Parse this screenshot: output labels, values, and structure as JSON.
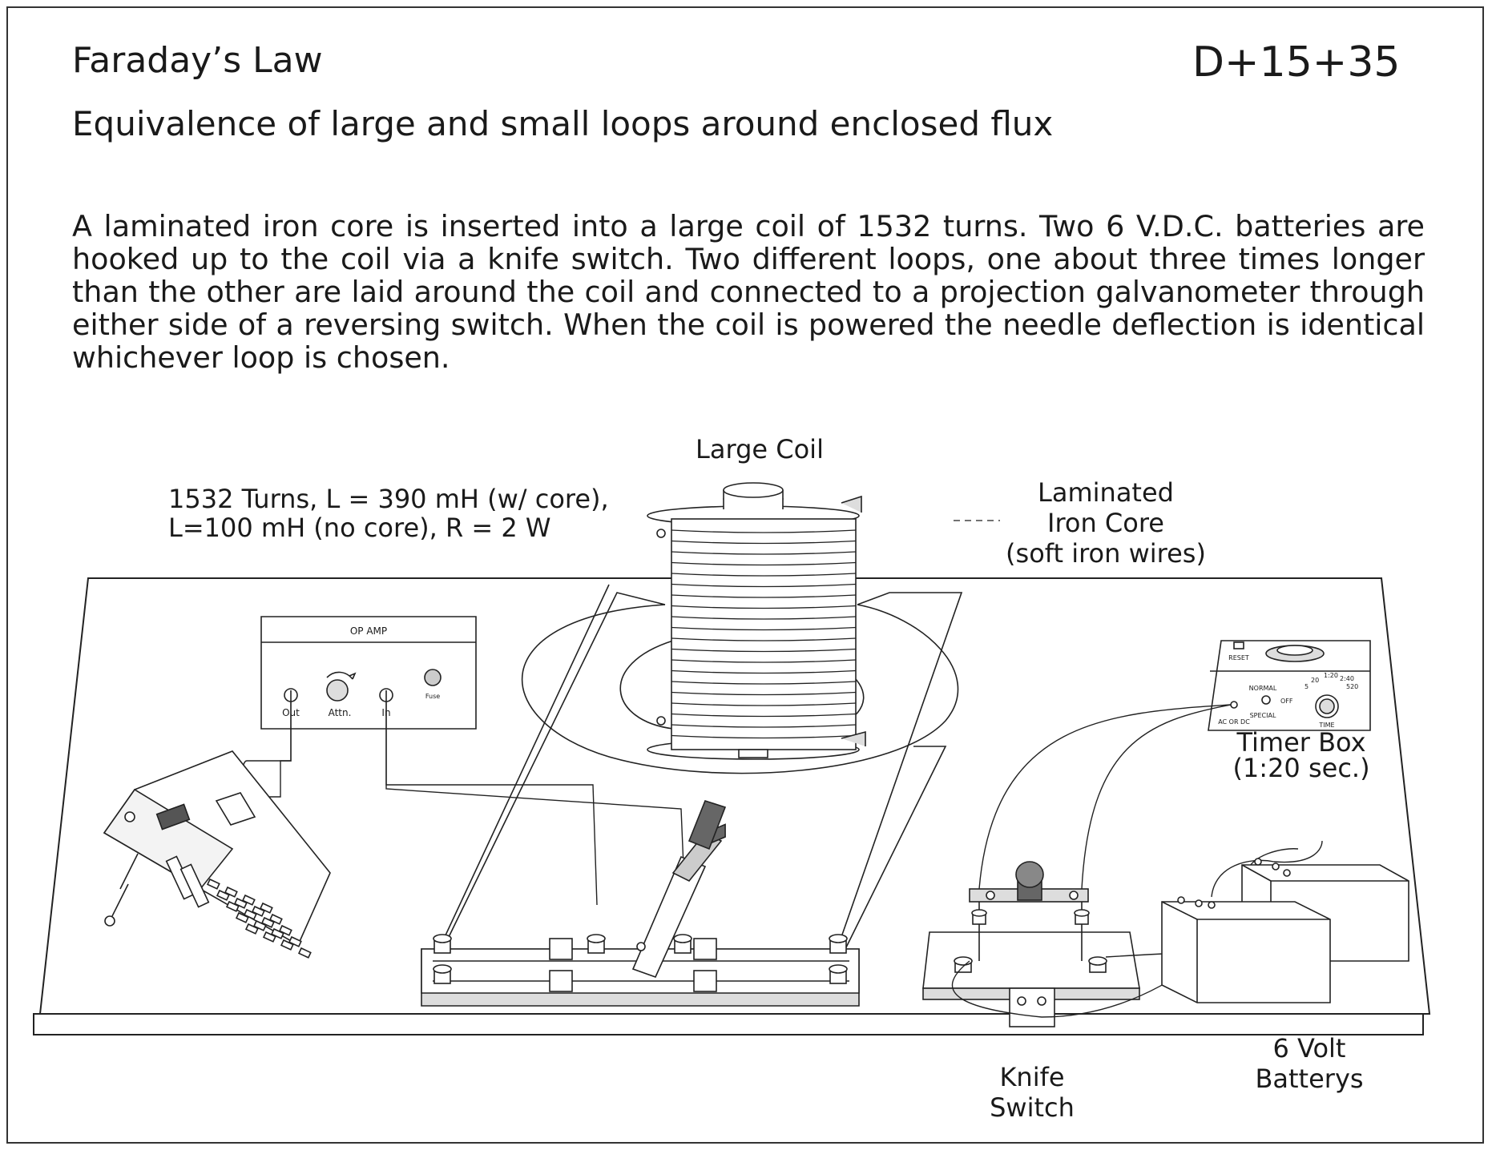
{
  "header": {
    "title": "Faraday’s Law",
    "code": "D+15+35",
    "subtitle": "Equivalence of large and small loops around enclosed flux"
  },
  "description": "A laminated iron core is inserted into a large coil of 1532 turns.  Two 6 V.D.C. batteries are hooked up to the coil via a knife switch.  Two different loops, one about three times longer than the other are laid around the coil and connected to a projection galvanometer through either side of a reversing switch.  When the coil is powered the needle deflection is identical whichever loop is chosen.",
  "labels": {
    "large_coil": "Large Coil",
    "coil_specs_line1": "1532 Turns, L =  390 mH (w/ core),",
    "coil_specs_line2": "L=100 mH (no core), R = 2 W",
    "core_line1": "Laminated",
    "core_line2": "Iron Core",
    "core_line3": "(soft iron wires)",
    "timer_line1": "Timer Box",
    "timer_line2": "(1:20 sec.)",
    "knife_line1": "Knife",
    "knife_line2": "Switch",
    "batt_line1": "6 Volt",
    "batt_line2": "Batterys"
  },
  "opamp": {
    "title": "OP AMP",
    "out": "Out",
    "attn": "Attn.",
    "in": "In",
    "fuse": "Fuse"
  },
  "timer": {
    "reset": "RESET",
    "normal": "NORMAL",
    "off": "OFF",
    "special": "SPECIAL",
    "acdc": "AC OR DC",
    "time": "TIME",
    "t5": "5",
    "t20": "20",
    "t120": "1:20",
    "t240": "2:40",
    "t520": "520"
  }
}
